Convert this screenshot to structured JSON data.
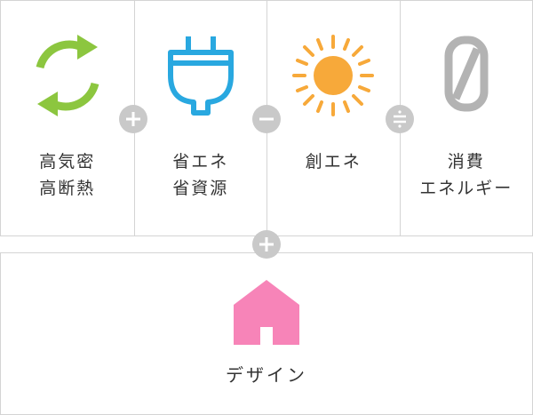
{
  "cells": [
    {
      "lines": [
        "高気密",
        "高断熱"
      ],
      "icon": "recycle-arrows-icon"
    },
    {
      "lines": [
        "省エネ",
        "省資源"
      ],
      "icon": "power-plug-icon"
    },
    {
      "lines": [
        "創エネ"
      ],
      "icon": "sun-icon"
    },
    {
      "lines": [
        "消費",
        "エネルギー"
      ],
      "icon": "zero-icon"
    }
  ],
  "bottom": {
    "label": "デザイン",
    "icon": "house-icon"
  },
  "operators": [
    "plus-icon",
    "minus-icon",
    "approx-equal-icon",
    "plus-icon"
  ],
  "colors": {
    "green": "#8cc63f",
    "blue": "#29a8e0",
    "orange": "#f7a93a",
    "gray": "#b3b3b3",
    "pink": "#f784b8",
    "operator": "#c9c9c9",
    "border": "#d4d4d4"
  }
}
